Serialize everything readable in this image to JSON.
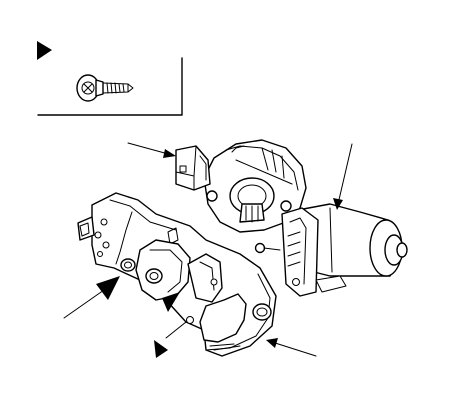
{
  "diagram": {
    "callouts": [
      {
        "id": "motor-connector"
      },
      {
        "id": "window-motor"
      },
      {
        "id": "mounting-bolt-upper"
      },
      {
        "id": "mounting-bolt-lower"
      },
      {
        "id": "regulator-bracket"
      }
    ],
    "inset": {
      "part": "screw",
      "marker": "triangle"
    }
  }
}
